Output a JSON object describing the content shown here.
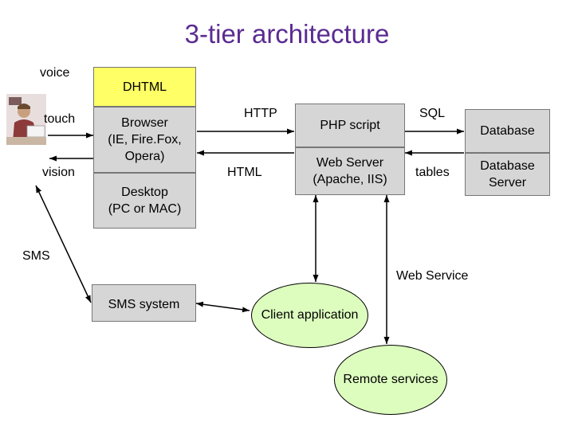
{
  "title": "3-tier architecture",
  "client": {
    "dhtml": "DHTML",
    "browser": [
      "Browser",
      "(IE, Fire.Fox,",
      "Opera)"
    ],
    "desktop": [
      "Desktop",
      "(PC or MAC)"
    ]
  },
  "inputs": {
    "voice": "voice",
    "touch": "touch",
    "vision": "vision",
    "sms": "SMS"
  },
  "protocols": {
    "http": "HTTP",
    "html": "HTML",
    "sql": "SQL",
    "tables": "tables"
  },
  "server": {
    "php": "PHP script",
    "webserver": [
      "Web Server",
      "(Apache, IIS)"
    ]
  },
  "database": {
    "database": "Database",
    "server": [
      "Database",
      "Server"
    ]
  },
  "sms_system": "SMS system",
  "web_service": "Web Service",
  "client_app": "Client application",
  "remote": "Remote services",
  "colors": {
    "title": "#5b2b91",
    "highlight": "#ffff66",
    "box": "#d6d6d6",
    "ellipse": "#ddfdbf"
  }
}
